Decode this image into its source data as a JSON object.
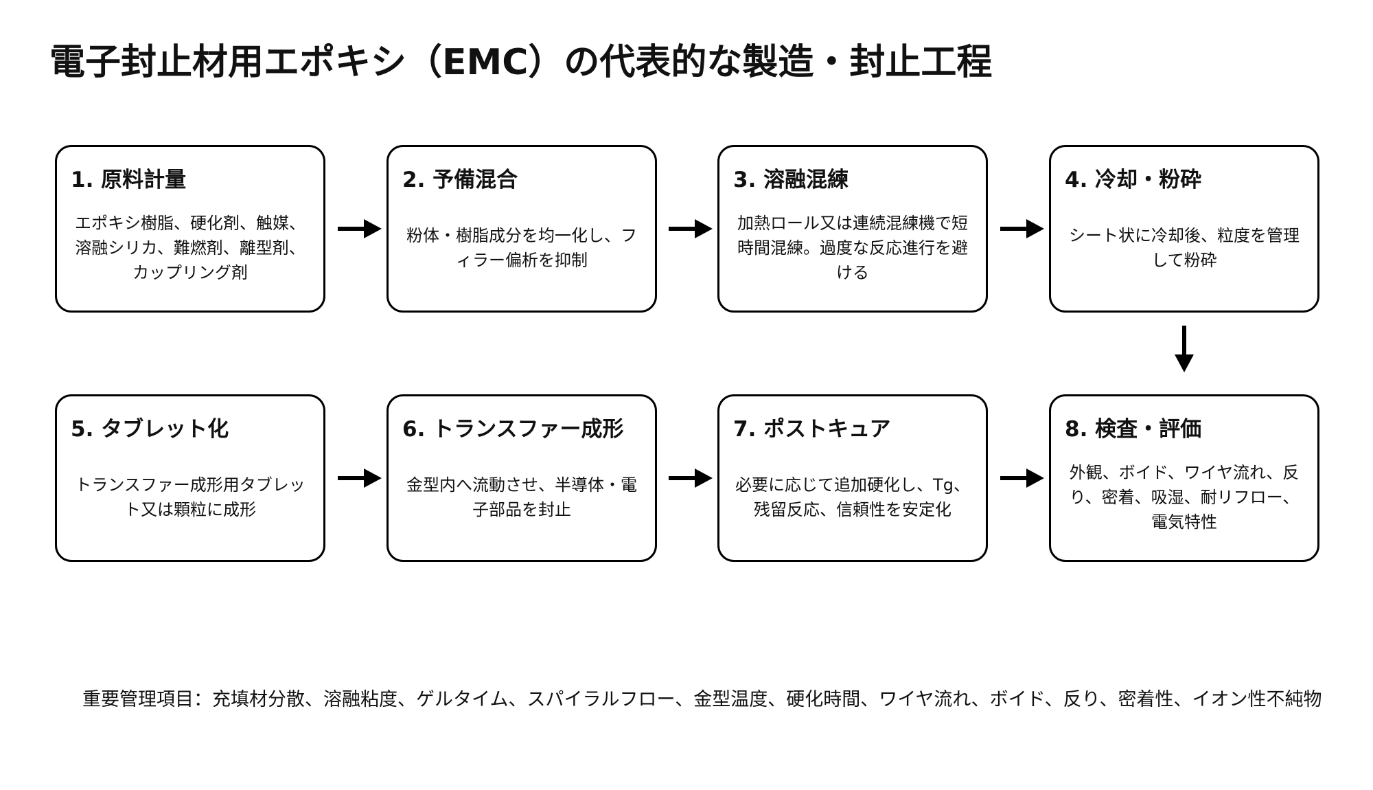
{
  "title": "電子封止材用エポキシ（EMC）の代表的な製造・封止工程",
  "steps": [
    {
      "title": "1. 原料計量",
      "text": "エポキシ樹脂、硬化剤、触媒、溶融シリカ、難燃剤、離型剤、カップリング剤"
    },
    {
      "title": "2. 予備混合",
      "text": "粉体・樹脂成分を均一化し、フィラー偏析を抑制"
    },
    {
      "title": "3. 溶融混練",
      "text": "加熱ロール又は連続混練機で短時間混練。過度な反応進行を避ける"
    },
    {
      "title": "4. 冷却・粉砕",
      "text": "シート状に冷却後、粒度を管理して粉砕"
    },
    {
      "title": "5. タブレット化",
      "text": "トランスファー成形用タブレット又は顆粒に成形"
    },
    {
      "title": "6. トランスファー成形",
      "text": "金型内へ流動させ、半導体・電子部品を封止"
    },
    {
      "title": "7. ポストキュア",
      "text": "必要に応じて追加硬化し、Tg、残留反応、信頼性を安定化"
    },
    {
      "title": "8. 検査・評価",
      "text": "外観、ボイド、ワイヤ流れ、反り、密着、吸湿、耐リフロー、電気特性"
    }
  ],
  "footer": "重要管理項目：充填材分散、溶融粘度、ゲルタイム、スパイラルフロー、金型温度、硬化時間、ワイヤ流れ、ボイド、反り、密着性、イオン性不純物"
}
